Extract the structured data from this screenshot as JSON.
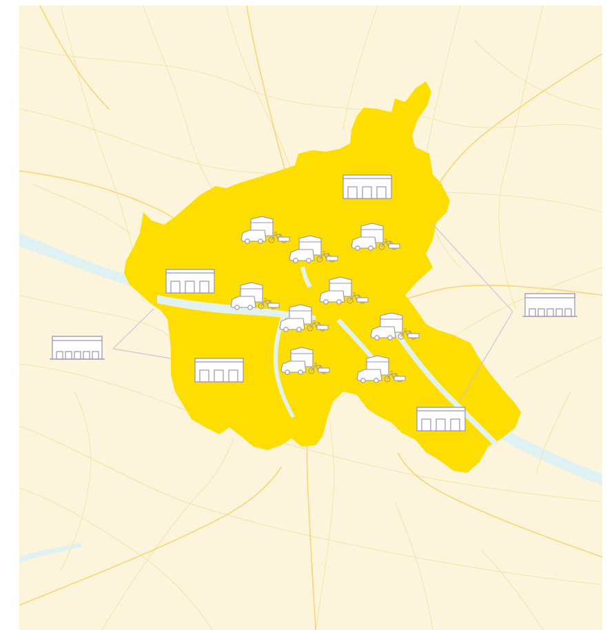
{
  "map": {
    "colors": {
      "background": "#fdf4dc",
      "region_fill": "#fedd00",
      "road_major": "#f6d774",
      "road_minor": "#f4e3a6",
      "water": "#dff1f3",
      "icon_fill": "#ffffff",
      "icon_stroke": "#9591b5",
      "connector": "#c9c4da"
    },
    "icons": {
      "depot_large": "depot-icon",
      "depot_outside": "outer-depot-icon",
      "hub": "micro-hub-icon",
      "vehicles": "cargo-bike-and-van-icon"
    },
    "counts": {
      "large_depots_inside": 4,
      "micro_hubs": 9,
      "outer_depots": 2
    }
  }
}
